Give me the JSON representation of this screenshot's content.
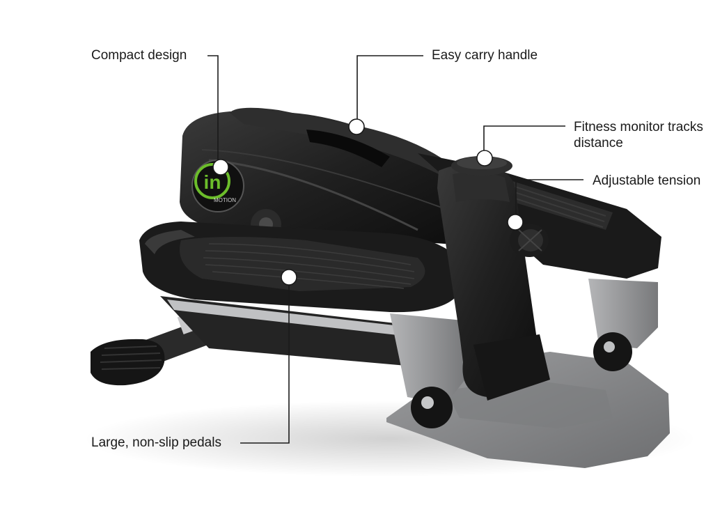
{
  "callouts": {
    "compact_design": "Compact design",
    "carry_handle": "Easy carry handle",
    "fitness_monitor": "Fitness monitor tracks distance",
    "tension": "Adjustable tension",
    "pedals": "Large, non-slip pedals"
  },
  "logo": {
    "text_main": "in",
    "text_sub": "MOTION"
  },
  "colors": {
    "background": "#ffffff",
    "body_black": "#1c1c1c",
    "body_grey": "#8a8b8d",
    "logo_green": "#6cbd2b",
    "leader_line": "#1a1a1a"
  }
}
